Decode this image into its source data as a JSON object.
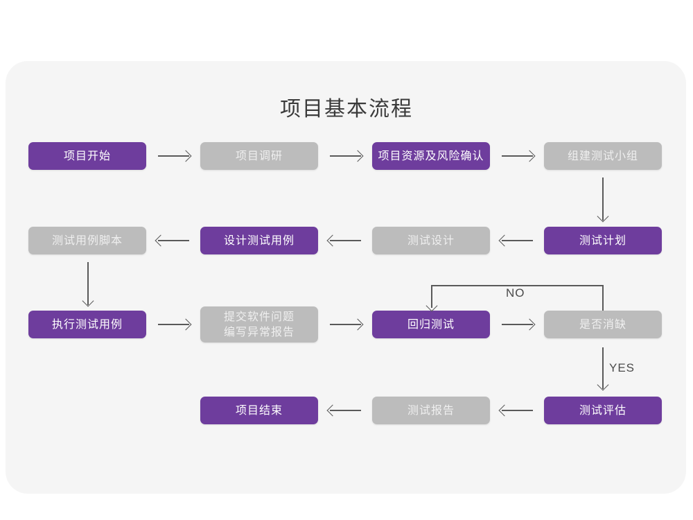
{
  "page": {
    "background_color": "#ffffff",
    "card_color": "#f5f5f5"
  },
  "title": "项目基本流程",
  "theme": {
    "active_color": "#6e3d9d",
    "inactive_color": "#bcbcbc",
    "arrow_color": "#595959",
    "title_color": "#3a3a3a"
  },
  "flowchart": {
    "type": "flowchart",
    "nodes": [
      {
        "id": "n1",
        "label": "项目开始",
        "state": "active",
        "row": 1,
        "col": 1
      },
      {
        "id": "n2",
        "label": "项目调研",
        "state": "inactive",
        "row": 1,
        "col": 2
      },
      {
        "id": "n3",
        "label": "项目资源及风险确认",
        "state": "active",
        "row": 1,
        "col": 3
      },
      {
        "id": "n4",
        "label": "组建测试小组",
        "state": "inactive",
        "row": 1,
        "col": 4
      },
      {
        "id": "n5",
        "label": "测试用例脚本",
        "state": "inactive",
        "row": 2,
        "col": 1
      },
      {
        "id": "n6",
        "label": "设计测试用例",
        "state": "active",
        "row": 2,
        "col": 2
      },
      {
        "id": "n7",
        "label": "测试设计",
        "state": "inactive",
        "row": 2,
        "col": 3
      },
      {
        "id": "n8",
        "label": "测试计划",
        "state": "active",
        "row": 2,
        "col": 4
      },
      {
        "id": "n9",
        "label": "执行测试用例",
        "state": "active",
        "row": 3,
        "col": 1
      },
      {
        "id": "n10",
        "label": "提交软件问题\n编写异常报告",
        "state": "inactive",
        "row": 3,
        "col": 2
      },
      {
        "id": "n11",
        "label": "回归测试",
        "state": "active",
        "row": 3,
        "col": 3
      },
      {
        "id": "n12",
        "label": "是否消缺",
        "state": "inactive",
        "row": 3,
        "col": 4
      },
      {
        "id": "n13",
        "label": "项目结束",
        "state": "active",
        "row": 4,
        "col": 2
      },
      {
        "id": "n14",
        "label": "测试报告",
        "state": "inactive",
        "row": 4,
        "col": 3
      },
      {
        "id": "n15",
        "label": "测试评估",
        "state": "active",
        "row": 4,
        "col": 4
      }
    ],
    "edges": [
      {
        "from": "n1",
        "to": "n2",
        "dir": "right",
        "label": ""
      },
      {
        "from": "n2",
        "to": "n3",
        "dir": "right",
        "label": ""
      },
      {
        "from": "n3",
        "to": "n4",
        "dir": "right",
        "label": ""
      },
      {
        "from": "n4",
        "to": "n8",
        "dir": "down",
        "label": ""
      },
      {
        "from": "n8",
        "to": "n7",
        "dir": "left",
        "label": ""
      },
      {
        "from": "n7",
        "to": "n6",
        "dir": "left",
        "label": ""
      },
      {
        "from": "n6",
        "to": "n5",
        "dir": "left",
        "label": ""
      },
      {
        "from": "n5",
        "to": "n9",
        "dir": "down",
        "label": ""
      },
      {
        "from": "n9",
        "to": "n10",
        "dir": "right",
        "label": ""
      },
      {
        "from": "n10",
        "to": "n11",
        "dir": "right",
        "label": ""
      },
      {
        "from": "n11",
        "to": "n12",
        "dir": "right",
        "label": ""
      },
      {
        "from": "n12",
        "to": "n11",
        "dir": "loop-up-left",
        "label": "NO"
      },
      {
        "from": "n12",
        "to": "n15",
        "dir": "down",
        "label": "YES"
      },
      {
        "from": "n15",
        "to": "n14",
        "dir": "left",
        "label": ""
      },
      {
        "from": "n14",
        "to": "n13",
        "dir": "left",
        "label": ""
      }
    ],
    "edge_labels": {
      "no": "NO",
      "yes": "YES"
    }
  }
}
